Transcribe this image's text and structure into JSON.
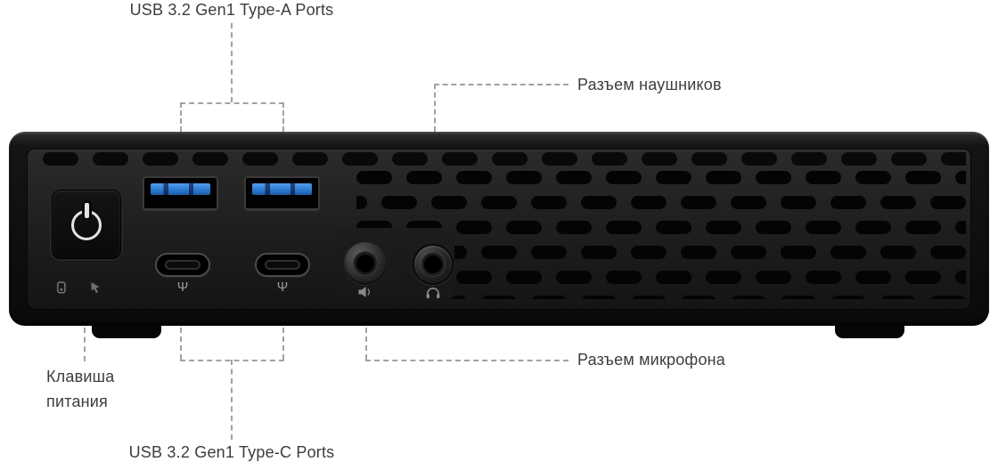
{
  "labels": {
    "usb_a": "USB 3.2 Gen1 Type-A Ports",
    "headphone": "Разъем наушников",
    "power": "Клавиша\nпитания",
    "mic": "Разъем микрофона",
    "usb_c": "USB 3.2 Gen1 Type-C Ports"
  },
  "device": {
    "usb_a_port_count": 2,
    "usb_c_port_count": 2,
    "usb_c_symbol": "Ψ"
  },
  "icons": {
    "power_button": "power-symbol",
    "below_mic_jack": "speaker-icon",
    "below_headphone_jack": "headset-icon",
    "below_power_left": "indicator-icon",
    "below_power_right": "cursor-arrow-icon"
  },
  "colors": {
    "usb_a_tongue": "#2a77cc",
    "leader_line": "#a2a2a2",
    "label_text": "#3d3d3d",
    "device_body": "#0f0f0f"
  }
}
